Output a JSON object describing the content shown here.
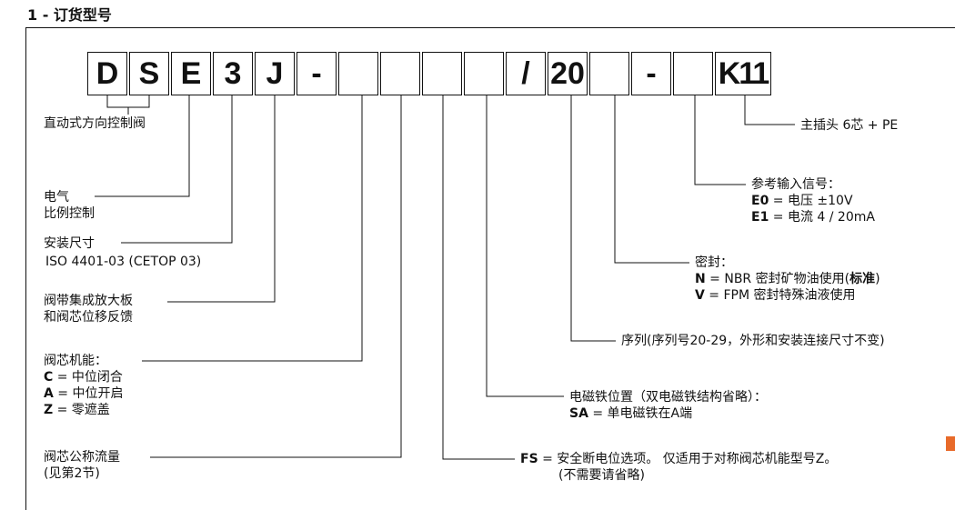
{
  "title": "1 - 订货型号",
  "code_boxes": [
    "D",
    "S",
    "E",
    "3",
    "J",
    "-",
    "",
    "",
    "",
    "",
    "/",
    "20",
    "",
    "-",
    "",
    "K11"
  ],
  "labels": {
    "valve_type": "直动式方向控制阀",
    "electric_line1": "电气",
    "electric_line2": "比例控制",
    "mount_line1": "安装尺寸",
    "mount_line2": "ISO 4401-03 (CETOP 03)",
    "amp_line1": "阀带集成放大板",
    "amp_line2": "和阀芯位移反馈",
    "spool_title": "阀芯机能：",
    "spool_c_code": "C",
    "spool_c_text": " = 中位闭合",
    "spool_a_code": "A",
    "spool_a_text": " = 中位开启",
    "spool_z_code": "Z",
    "spool_z_text": " = 零遮盖",
    "flow_line1": "阀芯公称流量",
    "flow_line2": "(见第2节)",
    "connector": "主插头 6芯 + PE",
    "ref_title": "参考输入信号：",
    "e0_code": "E0",
    "e0_text": " = 电压 ±10V",
    "e1_code": "E1",
    "e1_text": " = 电流 4 / 20mA",
    "seal_title": "密封：",
    "seal_n_code": "N",
    "seal_n_text": " = NBR 密封矿物油使用(",
    "seal_n_std": "标准",
    "seal_n_close": ")",
    "seal_v_code": "V",
    "seal_v_text": " = FPM 密封特殊油液使用",
    "series": "序列(序列号20-29，外形和安装连接尺寸不变)",
    "sol_title": "电磁铁位置（双电磁铁结构省略）：",
    "sol_sa_code": "SA",
    "sol_sa_text": " = 单电磁铁在A端",
    "fs_code": "FS",
    "fs_text": " = 安全断电位选项。 仅适用于对称阀芯机能型号Z。",
    "fs_note": "(不需要请省略)"
  }
}
